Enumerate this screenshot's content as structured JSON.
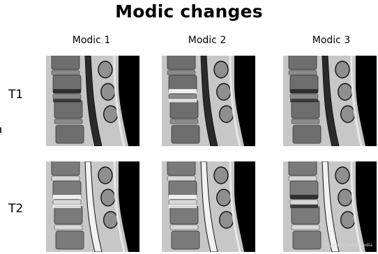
{
  "title": "Modic changes",
  "columns": [
    "Modic 1",
    "Modic 2",
    "Modic 3"
  ],
  "rows": [
    "T1",
    "T2"
  ],
  "copyright": "Copyright Radiopaedia",
  "panels": [
    {
      "row": "T1",
      "col": "Modic 1",
      "endplate_signal": "dark"
    },
    {
      "row": "T1",
      "col": "Modic 2",
      "endplate_signal": "bright"
    },
    {
      "row": "T1",
      "col": "Modic 3",
      "endplate_signal": "dark"
    },
    {
      "row": "T2",
      "col": "Modic 1",
      "endplate_signal": "bright"
    },
    {
      "row": "T2",
      "col": "Modic 2",
      "endplate_signal": "bright"
    },
    {
      "row": "T2",
      "col": "Modic 3",
      "endplate_signal": "dark"
    }
  ],
  "colors": {
    "vertebra_t1": "#6e6e6e",
    "vertebra_t2": "#7a7a7a",
    "disc_t1": "#8a8a8a",
    "disc_t2": "#d8d8d8",
    "background_gray": "#c7c7c7",
    "canal_t1": "#2a2a2a",
    "canal_t2": "#f2f2f2",
    "dark_region": "#000000"
  }
}
